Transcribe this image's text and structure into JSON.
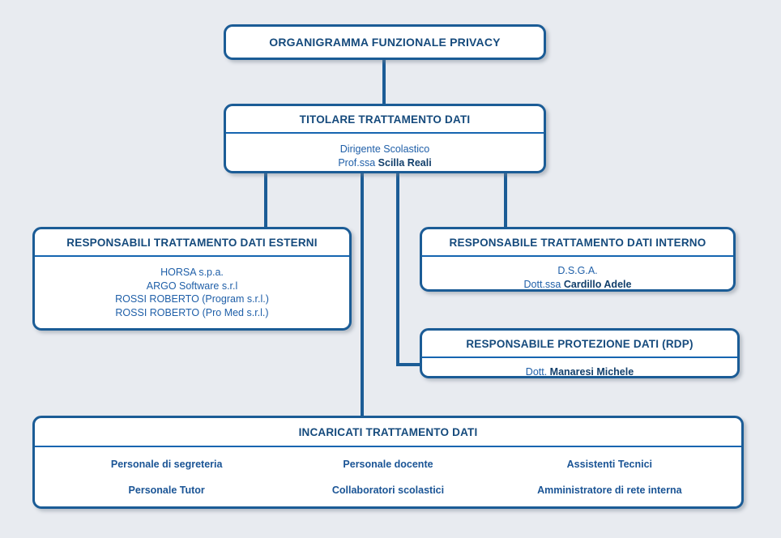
{
  "root": {
    "title": "ORGANIGRAMMA FUNZIONALE PRIVACY"
  },
  "titolare": {
    "header": "TITOLARE TRATTAMENTO DATI",
    "role": "Dirigente Scolastico",
    "prefix": "Prof.ssa ",
    "name": "Scilla Reali"
  },
  "esterni": {
    "header": "RESPONSABILI TRATTAMENTO DATI ESTERNI",
    "items": [
      "HORSA s.p.a.",
      "ARGO Software s.r.l",
      "ROSSI ROBERTO (Program s.r.l.)",
      "ROSSI ROBERTO (Pro Med s.r.l.)"
    ]
  },
  "interno": {
    "header": "RESPONSABILE TRATTAMENTO DATI INTERNO",
    "role": "D.S.G.A.",
    "prefix": "Dott.ssa ",
    "name": "Cardillo Adele"
  },
  "rdp": {
    "header": "RESPONSABILE PROTEZIONE DATI (RDP)",
    "prefix": "Dott. ",
    "name": "Manaresi Michele"
  },
  "incaricati": {
    "header": "INCARICATI TRATTAMENTO DATI",
    "cells": [
      "Personale di segreteria",
      "Personale docente",
      "Assistenti Tecnici",
      "Personale Tutor",
      "Collaboratori scolastici",
      "Amministratore di rete interna"
    ]
  },
  "colors": {
    "background": "#e8ebf0",
    "border": "#1b5c96",
    "header_text": "#154a7c",
    "body_text": "#1f5fa8",
    "name_text": "#123f6b",
    "divider": "#1565b0",
    "box_fill": "#ffffff"
  }
}
